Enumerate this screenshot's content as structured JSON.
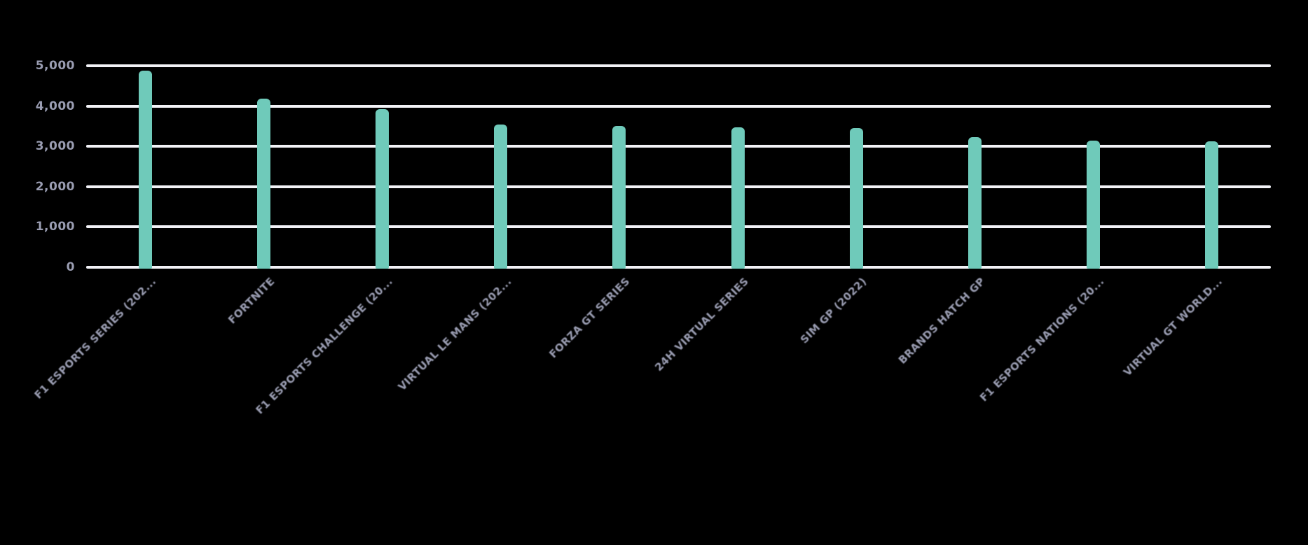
{
  "chart_data": {
    "type": "bar",
    "title": "",
    "xlabel": "",
    "ylabel": "",
    "categories": [
      "F1 ESPORTS SERIES (202...",
      "FORTNITE",
      "F1 ESPORTS CHALLENGE (20...",
      "VIRTUAL LE MANS (202...",
      "FORZA GT SERIES",
      "24H VIRTUAL SERIES",
      "SIM GP (2022)",
      "BRANDS HATCH GP",
      "F1 ESPORTS NATIONS (20...",
      "VIRTUAL GT WORLD..."
    ],
    "values": [
      4850,
      4150,
      3890,
      3510,
      3470,
      3430,
      3420,
      3190,
      3110,
      3090
    ],
    "ylim": [
      0,
      5000
    ],
    "y_ticks": [
      0,
      1000,
      2000,
      3000,
      4000,
      5000
    ],
    "y_tick_labels": [
      "0",
      "1,000",
      "2,000",
      "3,000",
      "4,000",
      "5,000"
    ],
    "grid": true,
    "legend": false,
    "colors": {
      "bar": "#6FCABA",
      "gridline": "#F2F2F7",
      "axis_label": "#9A9DB2",
      "background": "#000000"
    }
  }
}
